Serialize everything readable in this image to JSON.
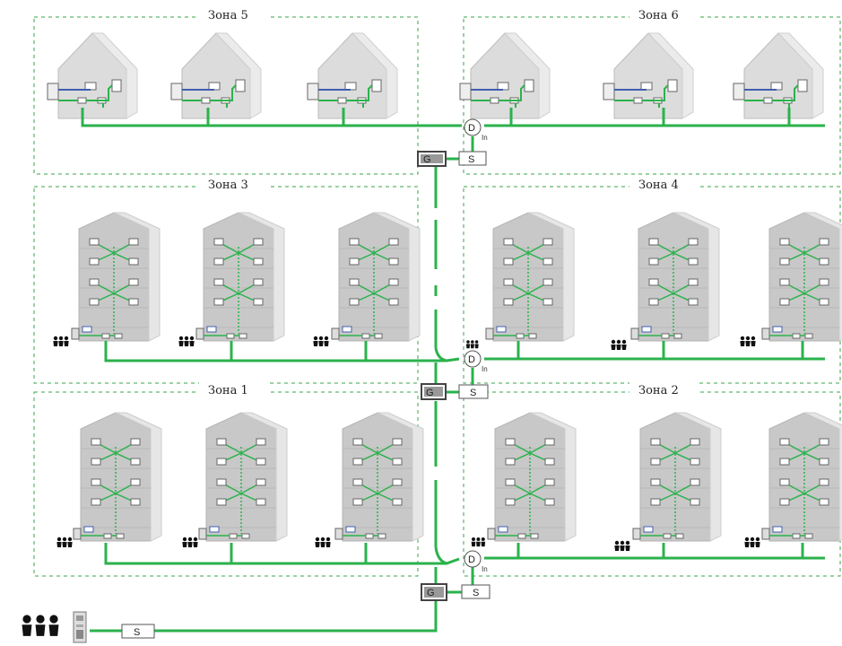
{
  "zones": [
    {
      "id": "zone-5",
      "label": "Зона 5"
    },
    {
      "id": "zone-6",
      "label": "Зона 6"
    },
    {
      "id": "zone-3",
      "label": "Зона 3"
    },
    {
      "id": "zone-4",
      "label": "Зона 4"
    },
    {
      "id": "zone-1",
      "label": "Зона 1"
    },
    {
      "id": "zone-2",
      "label": "Зона 2"
    }
  ],
  "labels": {
    "distributor": "D",
    "distributor_sub": "In",
    "gateway": "G",
    "supply": "S"
  },
  "colors": {
    "bus": "#2bb24c",
    "zone_border": "#3aa64a",
    "video": "#3f5fae",
    "building_fill": "#dcdcdc",
    "building_front": "#c8c8c8",
    "device": "#666666"
  }
}
